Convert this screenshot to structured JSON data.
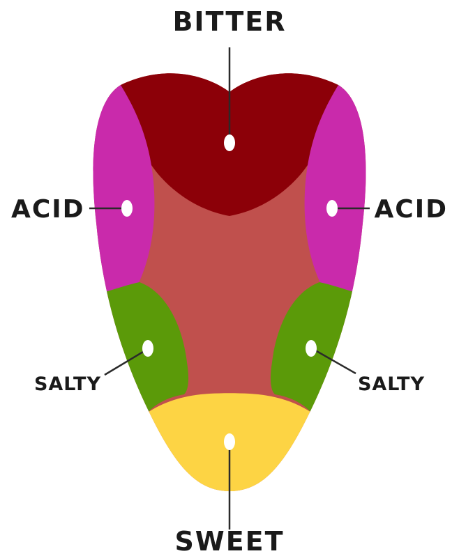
{
  "labels": {
    "top": "BITTER",
    "left_upper": "ACID",
    "right_upper": "ACID",
    "left_lower": "SALTY",
    "right_lower": "SALTY",
    "bottom": "SWEET"
  },
  "colors": {
    "bitter": "#8c0008",
    "acid": "#c92aab",
    "salty": "#5b9a09",
    "sweet": "#fdd444",
    "center": "#c0504d",
    "marker": "#ffffff",
    "leader": "#2a2a2a",
    "text": "#1a1a1a"
  }
}
